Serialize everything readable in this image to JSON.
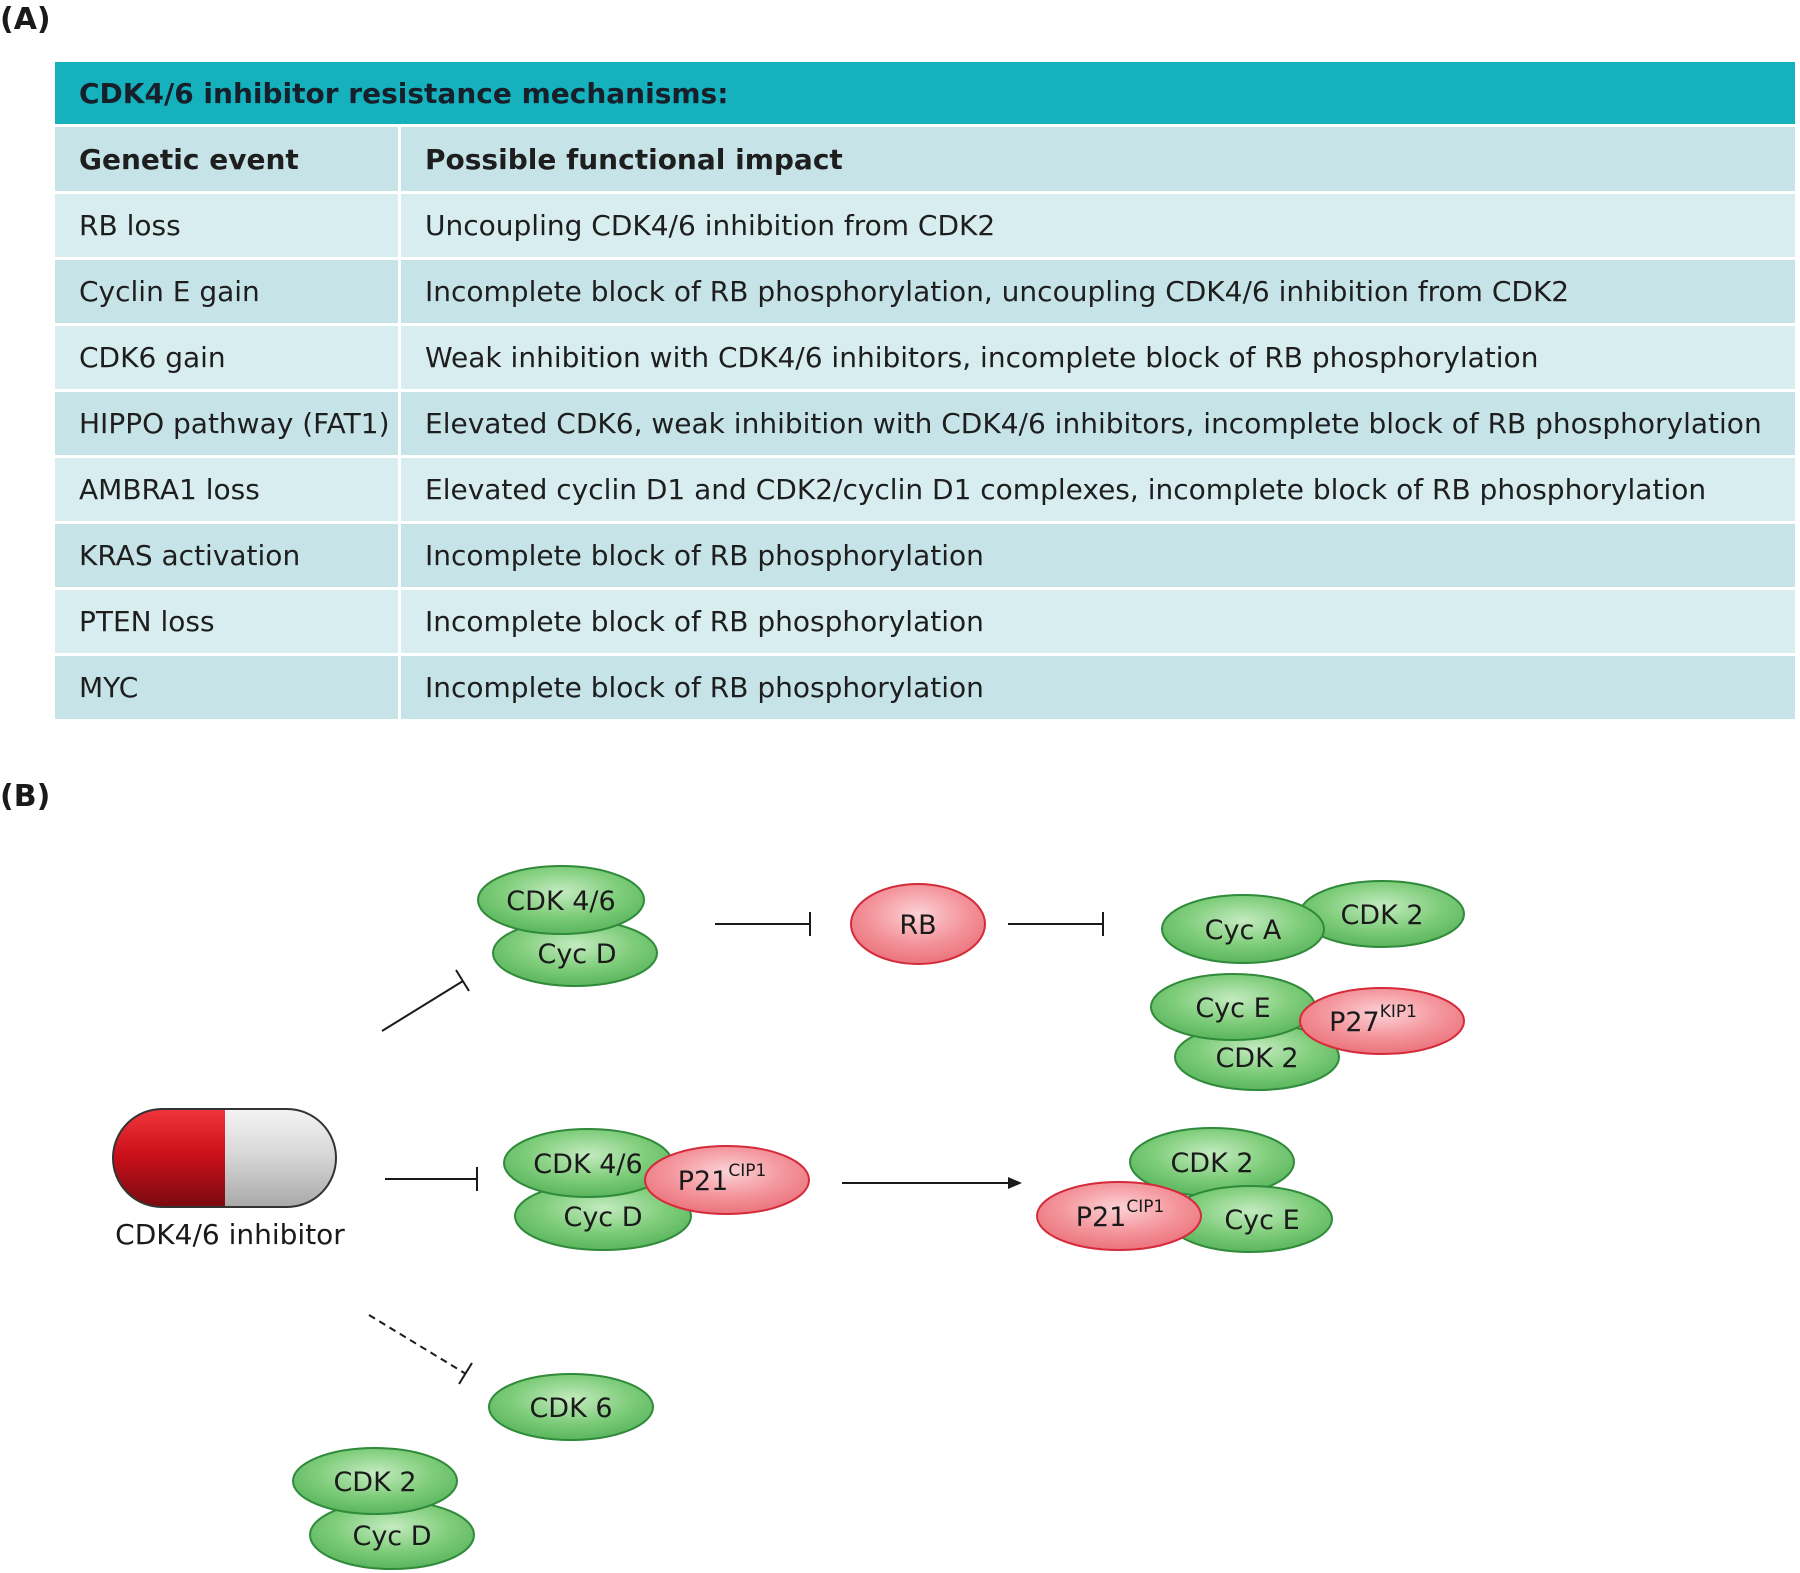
{
  "panel_a": {
    "label": "(A)",
    "table_title": "CDK4/6 inhibitor resistance mechanisms:",
    "columns": [
      "Genetic event",
      "Possible functional impact"
    ],
    "rows": [
      {
        "event": "RB loss",
        "impact": "Uncoupling CDK4/6 inhibition from CDK2"
      },
      {
        "event": "Cyclin E gain",
        "impact": "Incomplete block of RB phosphorylation, uncoupling CDK4/6 inhibition from CDK2"
      },
      {
        "event": "CDK6 gain",
        "impact": "Weak inhibition with CDK4/6 inhibitors, incomplete block of RB phosphorylation"
      },
      {
        "event": "HIPPO pathway (FAT1)",
        "impact": "Elevated CDK6, weak inhibition with CDK4/6 inhibitors, incomplete block of RB phosphorylation"
      },
      {
        "event": "AMBRA1 loss",
        "impact": "Elevated cyclin D1 and CDK2/cyclin D1 complexes, incomplete block of RB phosphorylation"
      },
      {
        "event": "KRAS activation",
        "impact": "Incomplete block of RB phosphorylation"
      },
      {
        "event": "PTEN loss",
        "impact": "Incomplete block of RB phosphorylation"
      },
      {
        "event": "MYC",
        "impact": "Incomplete block of RB phosphorylation"
      }
    ]
  },
  "panel_b": {
    "label": "(B)",
    "drug_label": "CDK4/6 inhibitor",
    "colors": {
      "green_fill": "#6cc06a",
      "green_stroke": "#2f8a3a",
      "red_fill": "#f07e86",
      "red_stroke": "#d42a3a",
      "capsule_red": "#c8141e",
      "capsule_grey": "#d9d9d9"
    },
    "nodes": {
      "cdk46_top": "CDK 4/6",
      "cycd_top": "Cyc D",
      "rb": "RB",
      "cyca": "Cyc A",
      "cdk2_cyca": "CDK 2",
      "cyce_p27": "Cyc E",
      "p27": "P27",
      "p27_sup": "KIP1",
      "cdk2_p27": "CDK 2",
      "cdk46_mid": "CDK 4/6",
      "p21_mid": "P21",
      "p21_mid_sup": "CIP1",
      "cycd_mid": "Cyc D",
      "cdk2_right": "CDK 2",
      "p21_right": "P21",
      "p21_right_sup": "CIP1",
      "cyce_right": "Cyc E",
      "cdk6": "CDK 6",
      "cdk2_bottom": "CDK 2",
      "cycd_bottom": "Cyc D"
    }
  }
}
